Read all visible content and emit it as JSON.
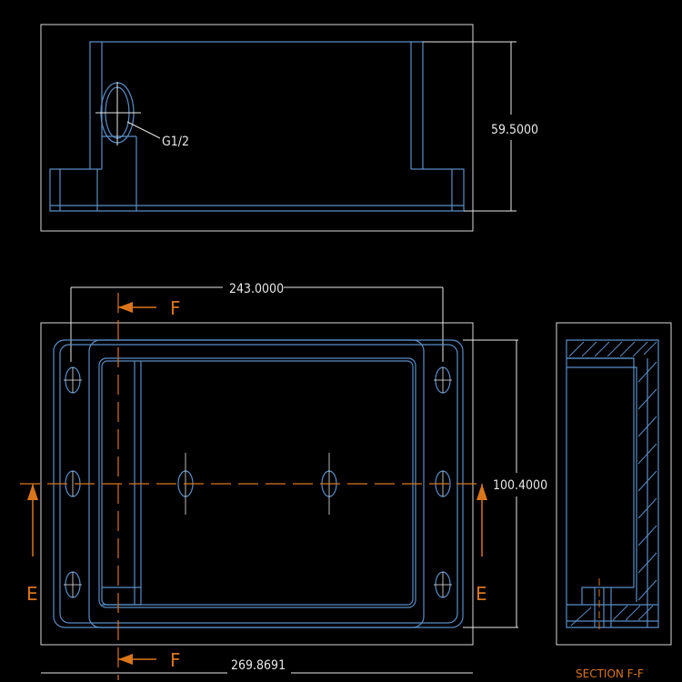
{
  "colors": {
    "background": "#000000",
    "frame": "#d8d8d8",
    "part_outline": "#5a8ec7",
    "dimension": "#e8e8e8",
    "center_line": "#d9761c",
    "section_marker": "#d9761c",
    "hatch": "#5a8ec7"
  },
  "top_view": {
    "thread_label": "G1/2",
    "height_dim": "59.5000"
  },
  "plan_view": {
    "width_dim": "243.0000",
    "height_dim": "100.4000",
    "overall_dim": "269.8691",
    "section_letter_top": "F",
    "section_letter_bottom": "F",
    "section_letter_left": "E",
    "section_letter_right": "E"
  },
  "section_view": {
    "caption": "SECTION F-F"
  }
}
